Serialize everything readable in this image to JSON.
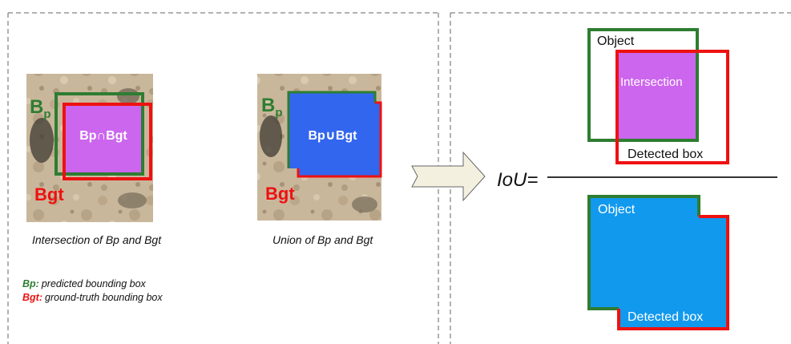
{
  "left_panel": {
    "intersection_panel": {
      "bp_letter": "B",
      "bp_subscript": "p",
      "bgt_label": "Bgt",
      "center_label": "Bp∩Bgt",
      "caption": "Intersection of Bp and Bgt"
    },
    "union_panel": {
      "bp_letter": "B",
      "bp_subscript": "p",
      "bgt_label": "Bgt",
      "center_label": "Bp∪Bgt",
      "caption": "Union of Bp and Bgt"
    },
    "legend": {
      "bp_key": "Bp:",
      "bp_text": "predicted bounding box",
      "bgt_key": "Bgt:",
      "bgt_text": "ground-truth bounding box"
    }
  },
  "right_panel": {
    "formula_label": "IoU=",
    "numerator": {
      "object_label": "Object",
      "intersection_label": "Intersection",
      "detected_label": "Detected box"
    },
    "denominator": {
      "object_label": "Object",
      "detected_label": "Detected box"
    }
  },
  "colors": {
    "predicted_box": "#2e7d32",
    "ground_truth_box": "#ee1111",
    "intersection_fill": "#cc66ee",
    "union_fill_left": "#3366ee",
    "union_fill_right": "#1199ee",
    "arrow_fill": "#f4f0e0",
    "divider": "#666666"
  }
}
